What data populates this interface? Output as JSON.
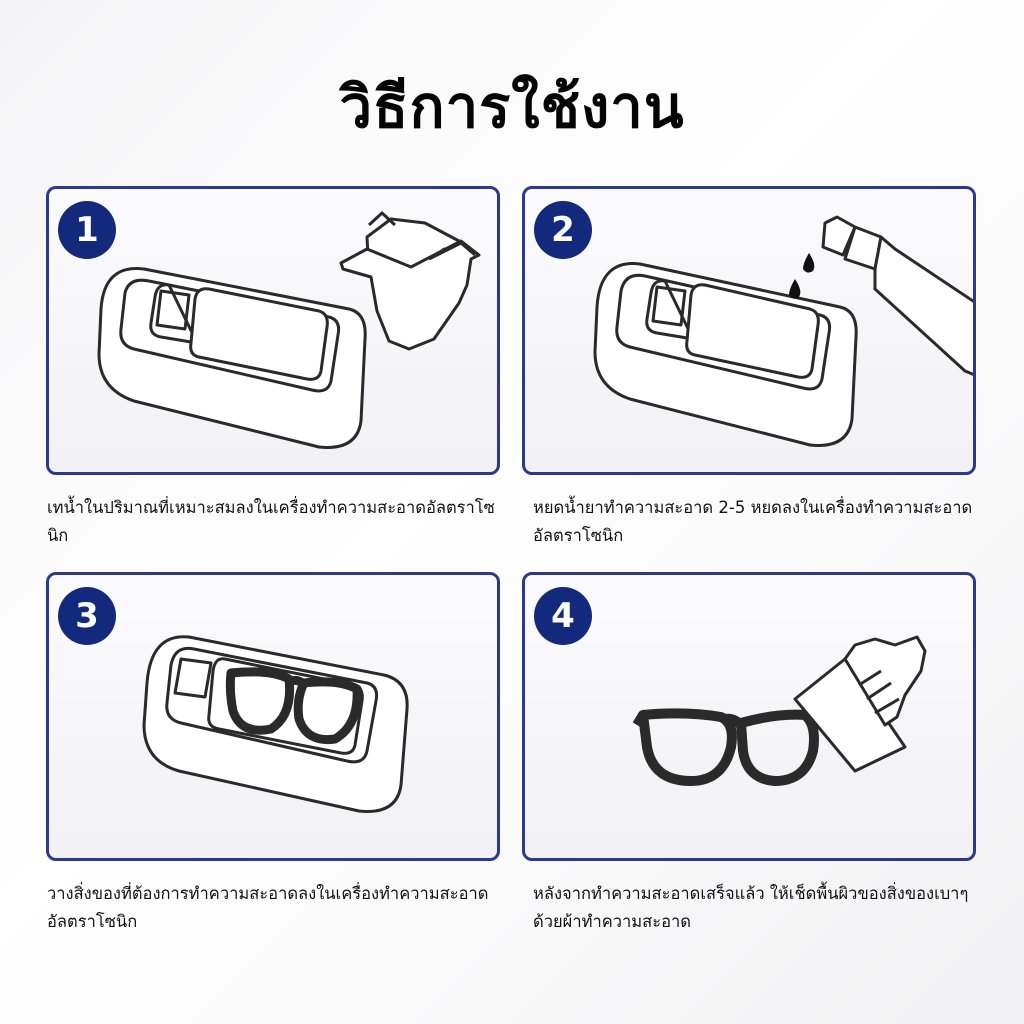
{
  "title": "วิธีการใช้งาน",
  "steps": [
    {
      "number": "1",
      "caption": "เทน้ำในปริมาณที่เหมาะสมลงในเครื่องทำความสะอาดอัลตราโซนิก",
      "icon": "kettle-pour-icon"
    },
    {
      "number": "2",
      "caption": "หยดน้ำยาทำความสะอาด 2-5 หยดลงในเครื่องทำความสะอาดอัลตราโซนิก",
      "icon": "spray-bottle-icon"
    },
    {
      "number": "3",
      "caption": "วางสิ่งของที่ต้องการทำความสะอาดลงในเครื่องทำความสะอาดอัลตราโซนิก",
      "icon": "glasses-icon"
    },
    {
      "number": "4",
      "caption": "หลังจากทำความสะอาดเสร็จแล้ว ให้เช็ดพื้นผิวของสิ่งของเบาๆ ด้วยผ้าทำความสะอาด",
      "icon": "cloth-wipe-icon"
    }
  ],
  "colors": {
    "accent": "#132a7c",
    "border": "#2b3a8a",
    "line": "#2a2a2a"
  }
}
